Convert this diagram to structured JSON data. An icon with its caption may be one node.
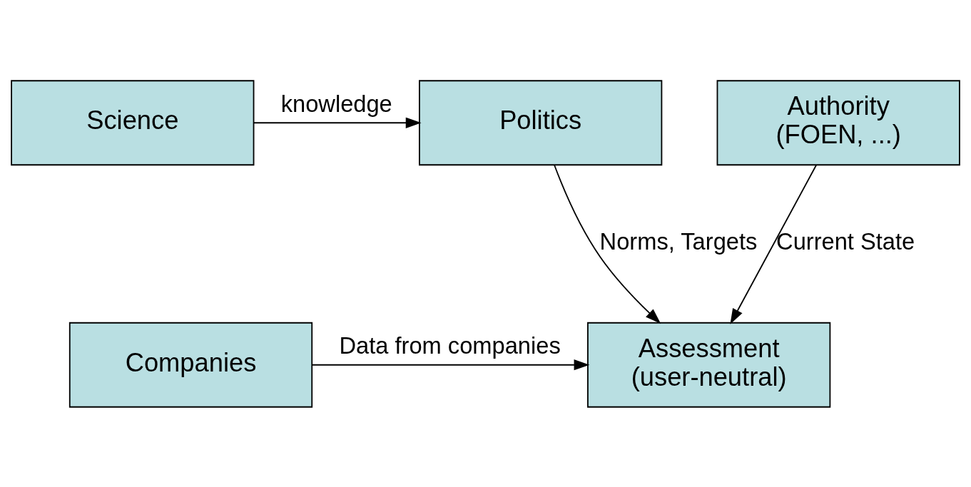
{
  "diagram": {
    "nodes": [
      {
        "text": [
          "Science"
        ]
      },
      {
        "text": [
          "Politics"
        ]
      },
      {
        "text": [
          "Authority",
          "(FOEN, ...)"
        ]
      },
      {
        "text": [
          "Companies"
        ]
      },
      {
        "text": [
          "Assessment",
          "(user-neutral)"
        ]
      }
    ],
    "edges": [
      {
        "from": 0,
        "to": 1,
        "arrow": "to",
        "label": "knowledge"
      },
      {
        "from": 1,
        "to": 4,
        "arrow": "to",
        "label": "Norms, Targets"
      },
      {
        "from": 2,
        "to": 4,
        "arrow": "to",
        "label": "Current State"
      },
      {
        "from": 3,
        "to": 4,
        "arrow": "to",
        "label": "Data from companies"
      }
    ]
  }
}
